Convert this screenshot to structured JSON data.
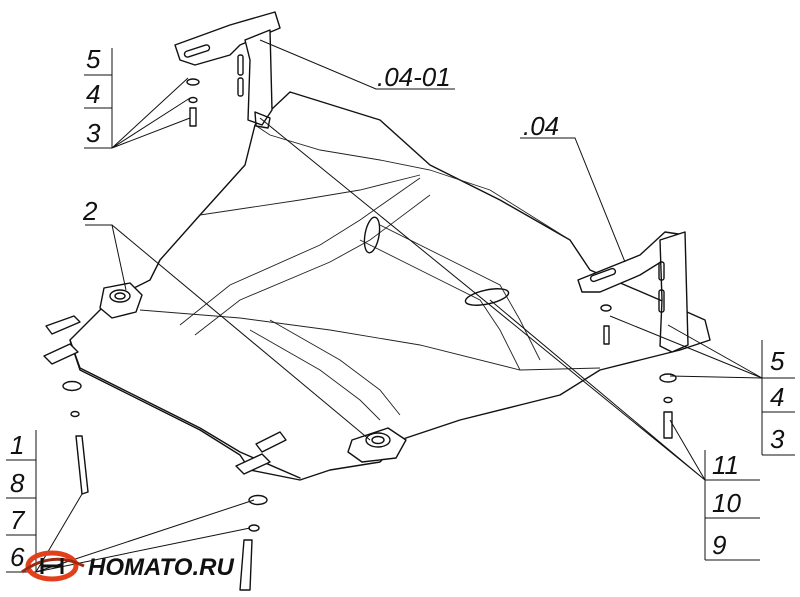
{
  "labels": {
    "part_04_01": ".04-01",
    "part_04": ".04",
    "part_2": "2",
    "stack_left_top": [
      "5",
      "4",
      "3"
    ],
    "stack_right": [
      "5",
      "4",
      "3"
    ],
    "stack_right_bottom": [
      "11",
      "10",
      "9"
    ],
    "stack_left_bottom": [
      "1",
      "8",
      "7",
      "6"
    ]
  },
  "logo": {
    "text": "HOMATO.RU",
    "colors": {
      "ring": "#e2401c",
      "ring_dark": "#9c2a12"
    }
  }
}
